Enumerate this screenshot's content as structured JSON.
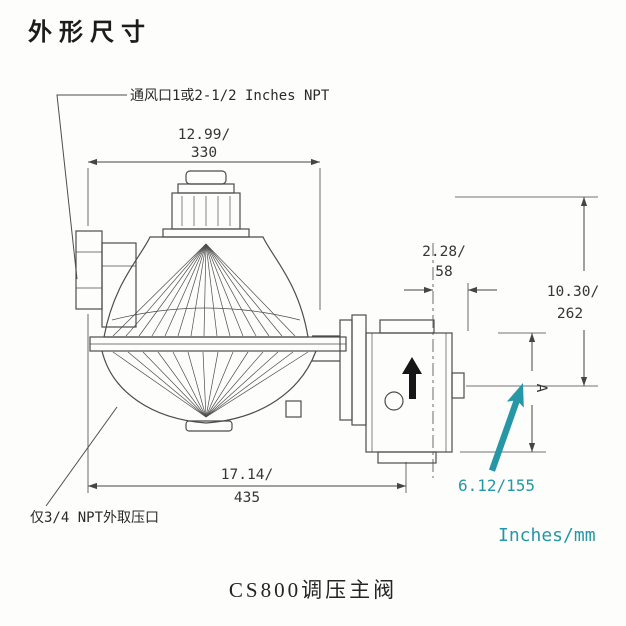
{
  "page": {
    "title": "外形尺寸",
    "caption": "CS800调压主阀",
    "units_label": "Inches/mm"
  },
  "colors": {
    "drawing_line": "#4d4d4d",
    "dimension_line": "#454545",
    "accent_teal": "#2697a6",
    "text": "#1c1c1c"
  },
  "annotations": {
    "vent_label": "通风口1或2-1/2 Inches NPT",
    "tap_label": "仅3/4 NPT外取压口"
  },
  "dimensions": {
    "top_width_in": "12.99/",
    "top_width_mm": "330",
    "port_width_in": "2.28/",
    "port_width_mm": "58",
    "height_in": "10.30/",
    "height_mm": "262",
    "overall_width_in": "17.14/",
    "overall_width_mm": "435",
    "a_label": "A",
    "a_value": "6.12/155"
  }
}
